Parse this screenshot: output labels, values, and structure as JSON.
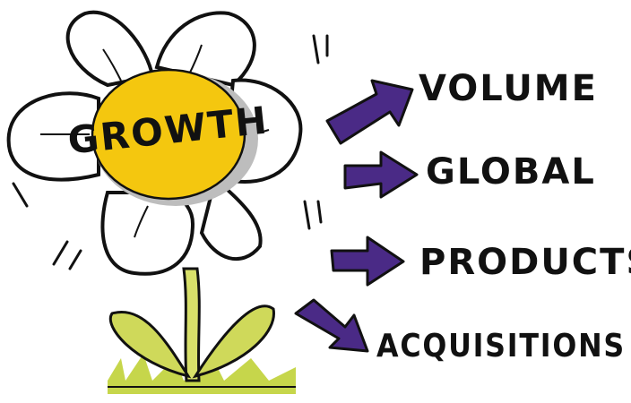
{
  "center_label": "GROWTH",
  "branches": [
    {
      "label": "VOLUME"
    },
    {
      "label": "GLOBAL"
    },
    {
      "label": "PRODUCTS"
    },
    {
      "label": "ACQUISITIONS"
    }
  ],
  "colors": {
    "petal": "#ffffff",
    "petal_shadow": "#bdbdbd",
    "center": "#f4c70f",
    "arrow": "#4a2a86",
    "stem": "#d8e06a",
    "leaf": "#cfd95a",
    "grass": "#c6d64b",
    "ink": "#111111"
  }
}
